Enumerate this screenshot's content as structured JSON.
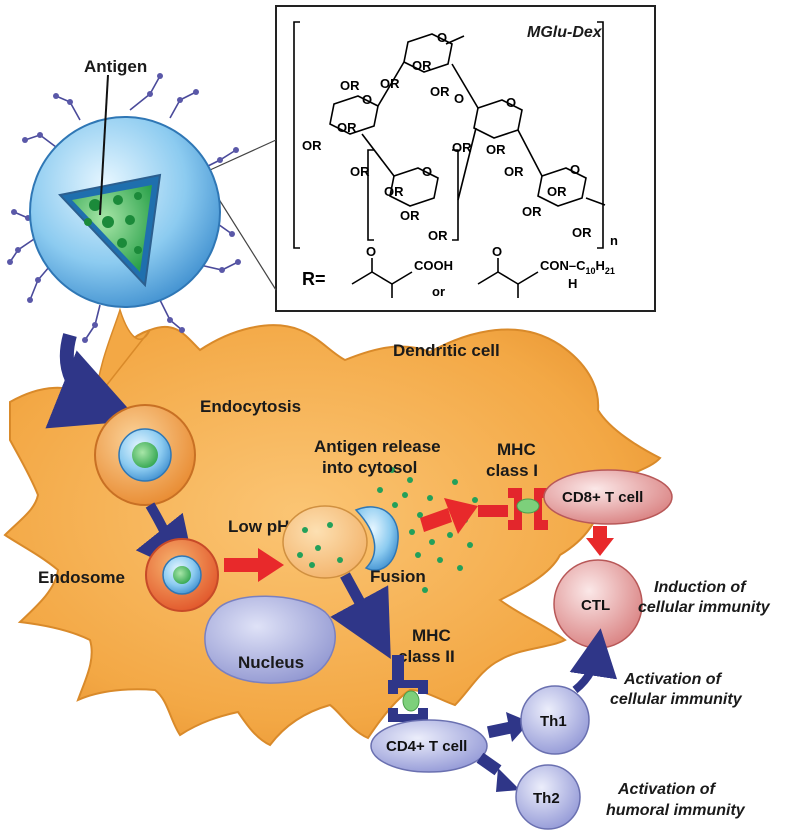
{
  "labels": {
    "antigen": "Antigen",
    "polymer_name": "MGlu-Dex",
    "dendritic_cell": "Dendritic cell",
    "endocytosis": "Endocytosis",
    "endosome": "Endosome",
    "low_ph": "Low pH",
    "antigen_release_1": "Antigen release",
    "antigen_release_2": "into cytosol",
    "fusion": "Fusion",
    "nucleus": "Nucleus",
    "mhc1_line1": "MHC",
    "mhc1_line2": "class I",
    "mhc2_line1": "MHC",
    "mhc2_line2": "class II",
    "cd8_cell": "CD8+ T cell",
    "cd4_cell": "CD4+ T cell",
    "ctl": "CTL",
    "th1": "Th1",
    "th2": "Th2",
    "induction_1": "Induction of",
    "induction_2": "cellular immunity",
    "activation_cell_1": "Activation of",
    "activation_cell_2": "cellular immunity",
    "activation_hum_1": "Activation of",
    "activation_hum_2": "humoral immunity"
  },
  "chemistry": {
    "substituent": "OR",
    "repeat": "n",
    "r_label": "R=",
    "acid_group": "COOH",
    "or_word": "or",
    "amide_group": "CON",
    "amide_h": "H",
    "alkyl": "–C",
    "alkyl_sub_1": "10",
    "alkyl_h": "H",
    "alkyl_sub_2": "21"
  },
  "colors": {
    "cell_fill": "#f3a845",
    "cell_edge": "#d98a2a",
    "arrow_navy": "#2f3688",
    "arrow_red": "#e8292b",
    "lipid_blue": "#8ccbf0",
    "core_green": "#2aa14a",
    "tcell_purple": "#a9aee0",
    "tcell_red": "#e4a2a2",
    "mhc_red": "#e3262c",
    "mhc_navy": "#2f3688",
    "receptor_green": "#7dd07b"
  }
}
